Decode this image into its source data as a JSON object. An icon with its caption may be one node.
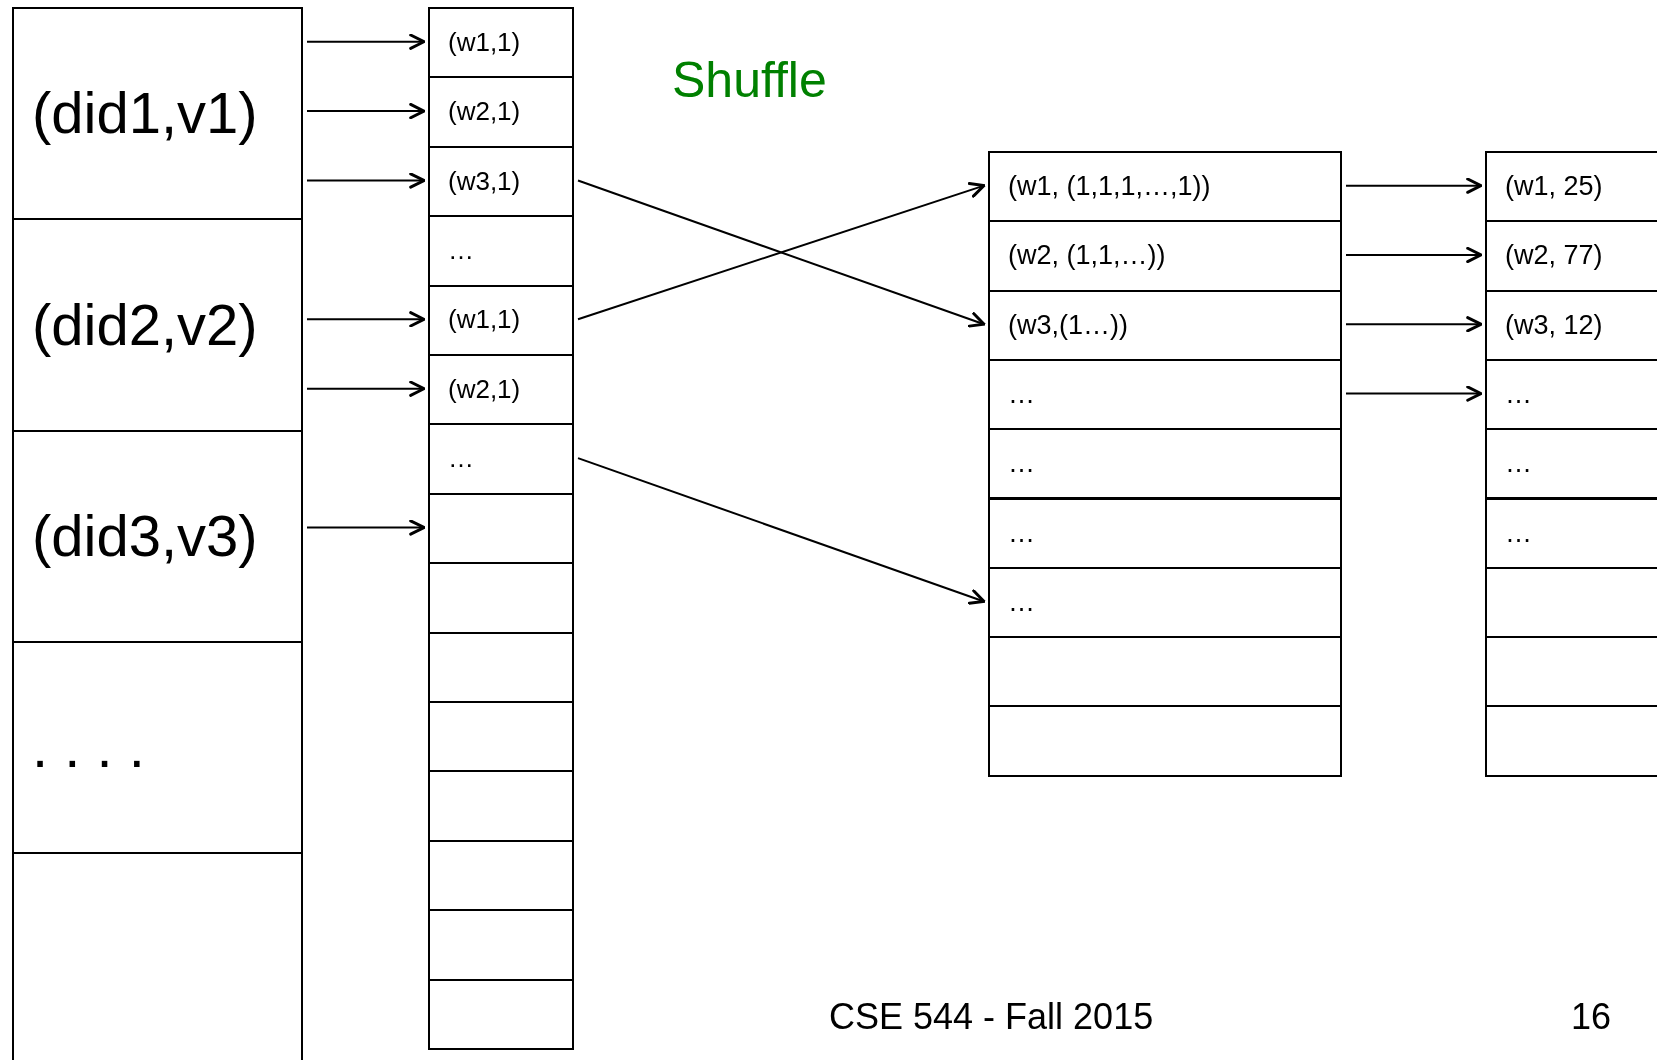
{
  "diagram": {
    "nodes": [
      {
        "text": [
          "(did1,v1)"
        ]
      },
      {
        "text": [
          "(did2,v2)"
        ]
      },
      {
        "text": [
          "(did3,v3)"
        ]
      },
      {
        "text": [
          ". . . ."
        ]
      },
      {
        "text": [],
        "shape": "box"
      },
      {
        "text": [
          "(w1,1)"
        ]
      },
      {
        "text": [
          "(w2,1)"
        ]
      },
      {
        "text": [
          "(w3,1)"
        ]
      },
      {
        "text": [
          "…"
        ]
      },
      {
        "text": [
          "(w1,1)"
        ]
      },
      {
        "text": [
          "(w2,1)"
        ]
      },
      {
        "text": [
          "…"
        ]
      },
      {
        "text": [],
        "shape": "box"
      },
      {
        "text": [],
        "shape": "box"
      },
      {
        "text": [],
        "shape": "box"
      },
      {
        "text": [],
        "shape": "box"
      },
      {
        "text": [],
        "shape": "box"
      },
      {
        "text": [],
        "shape": "box"
      },
      {
        "text": [],
        "shape": "box"
      },
      {
        "text": [],
        "shape": "box"
      },
      {
        "text": [
          "(w1, (1,1,1,…,1))"
        ]
      },
      {
        "text": [
          "(w2, (1,1,…))"
        ]
      },
      {
        "text": [
          "(w3,(1…))"
        ]
      },
      {
        "text": [
          "…"
        ]
      },
      {
        "text": [
          "…"
        ]
      },
      {
        "text": [
          "…"
        ]
      },
      {
        "text": [
          "…"
        ]
      },
      {
        "text": [],
        "shape": "box"
      },
      {
        "text": [],
        "shape": "box"
      },
      {
        "text": [
          "(w1, 25)"
        ]
      },
      {
        "text": [
          "(w2, 77)"
        ]
      },
      {
        "text": [
          "(w3, 12)"
        ]
      },
      {
        "text": [
          "…"
        ]
      },
      {
        "text": [
          "…"
        ]
      },
      {
        "text": [
          "…"
        ]
      },
      {
        "text": [],
        "shape": "box"
      },
      {
        "text": [],
        "shape": "box"
      },
      {
        "text": [],
        "shape": "box"
      }
    ],
    "edges": [
      {
        "from": 0,
        "to": 5,
        "arrow": "to"
      },
      {
        "from": 0,
        "to": 6,
        "arrow": "to"
      },
      {
        "from": 0,
        "to": 7,
        "arrow": "to"
      },
      {
        "from": 1,
        "to": 9,
        "arrow": "to"
      },
      {
        "from": 1,
        "to": 10,
        "arrow": "to"
      },
      {
        "from": 2,
        "to": 12,
        "arrow": "to"
      },
      {
        "from": 7,
        "to": 22,
        "arrow": "to"
      },
      {
        "from": 9,
        "to": 20,
        "arrow": "to"
      },
      {
        "from": 11,
        "to": 26,
        "arrow": "to"
      },
      {
        "from": 20,
        "to": 29,
        "arrow": "to"
      },
      {
        "from": 21,
        "to": 30,
        "arrow": "to"
      },
      {
        "from": 22,
        "to": 31,
        "arrow": "to"
      },
      {
        "from": 23,
        "to": 32,
        "arrow": "to"
      }
    ],
    "labels": [
      "Shuffle",
      "CSE 544 - Fall 2015",
      "16"
    ]
  }
}
